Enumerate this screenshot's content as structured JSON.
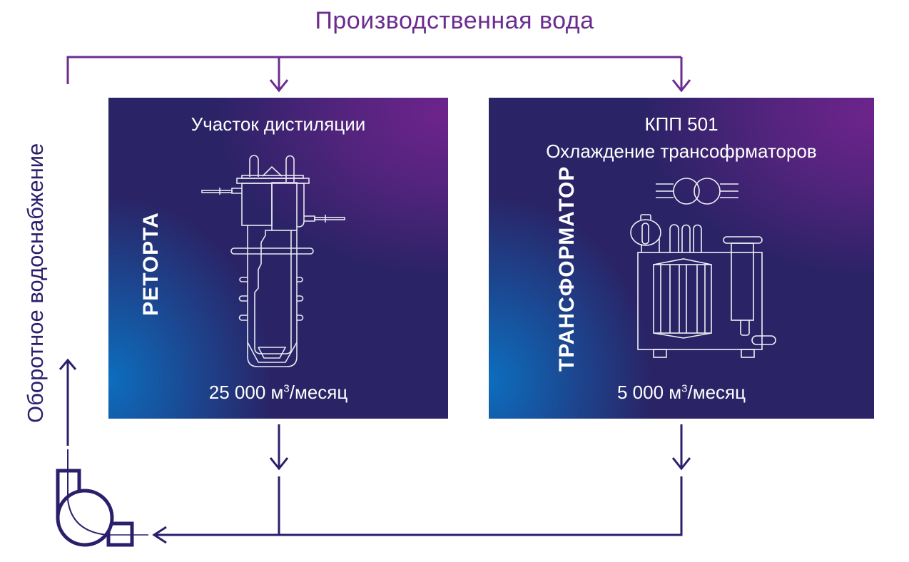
{
  "title": "Производственная вода",
  "side_label": "Оборотное водоснабжение",
  "colors": {
    "title": "#6b2c8f",
    "lines": "#2a1f6b",
    "panel_base": "#2a2366",
    "panel_purple": "#6e248c",
    "panel_blue": "#0c6ebe"
  },
  "panels": [
    {
      "heading": "Участок дистиляции",
      "vertical_label": "РЕТОРТА",
      "flow_value": "25 000 м",
      "flow_exp": "3",
      "flow_unit": "/месяц",
      "icon": "retort-icon"
    },
    {
      "heading_line1": "КПП 501",
      "heading_line2": "Охлаждение трансофрматоров",
      "vertical_label": "ТРАНСФОРМАТОР",
      "flow_value": "5 000 м",
      "flow_exp": "3",
      "flow_unit": "/месяц",
      "icon": "transformer-icon"
    }
  ],
  "pump_icon": "pump-icon"
}
